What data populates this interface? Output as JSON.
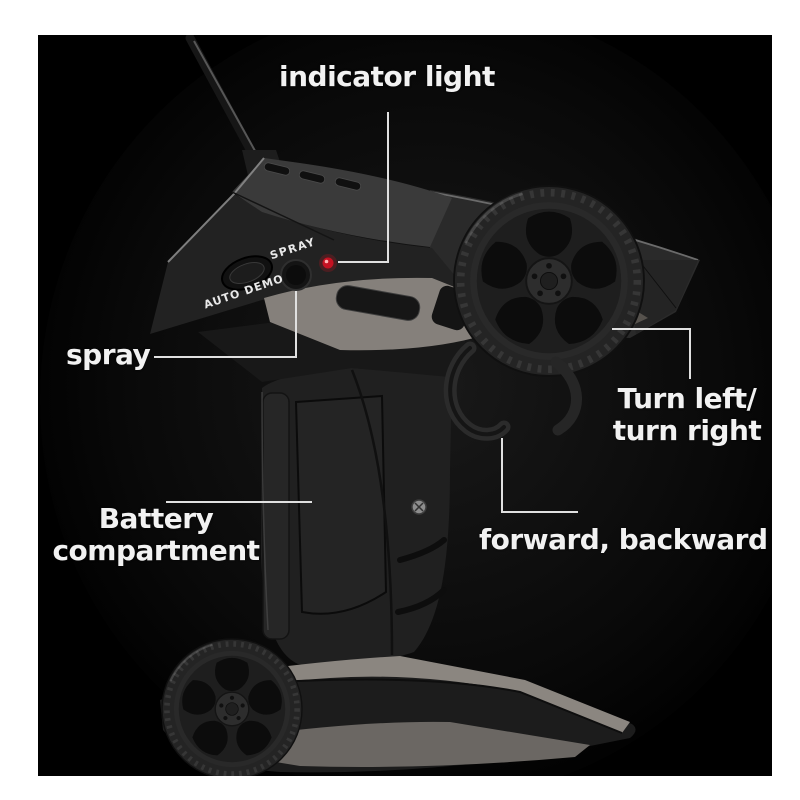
{
  "annotations": {
    "indicator_light": "indicator light",
    "spray": "spray",
    "battery_compartment": {
      "line1": "Battery",
      "line2": "compartment"
    },
    "turn": {
      "line1": "Turn left/",
      "line2": "turn right"
    },
    "forward_backward": "forward, backward"
  },
  "device_markings": {
    "spray_button": "SPRAY",
    "auto_demo_button": "AUTO DEMO"
  },
  "colors": {
    "page_background": "#ffffff",
    "photo_background": "#000000",
    "annotation_text": "#f2f2f2",
    "leader_line": "#e0e0e0",
    "indicator_led": "#c51222",
    "body_dark": "#232323",
    "accent_gray": "#85807b"
  }
}
